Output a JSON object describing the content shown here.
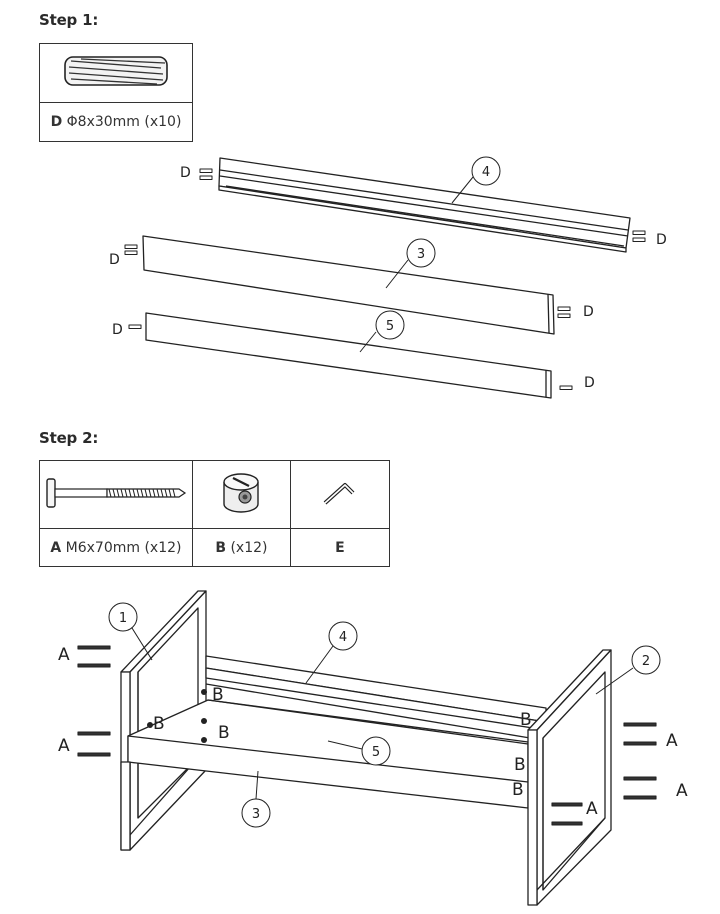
{
  "step1": {
    "title": "Step 1:",
    "part": {
      "letter": "D",
      "spec": "Φ8x30mm (x10)",
      "icon": "dowel-icon"
    },
    "labels": {
      "dowel": "D",
      "panel_4": "4",
      "panel_3": "3",
      "panel_5": "5"
    }
  },
  "step2": {
    "title": "Step 2:",
    "parts": [
      {
        "letter": "A",
        "spec": "M6x70mm (x12)",
        "icon": "bolt-icon"
      },
      {
        "letter": "B",
        "spec": "(x12)",
        "icon": "barrel-nut-icon"
      },
      {
        "letter": "E",
        "spec": "",
        "icon": "allen-key-icon"
      }
    ],
    "labels": {
      "bolt": "A",
      "nut": "B",
      "panel_1": "1",
      "panel_2": "2",
      "panel_3": "3",
      "panel_4": "4",
      "panel_5": "5"
    }
  }
}
